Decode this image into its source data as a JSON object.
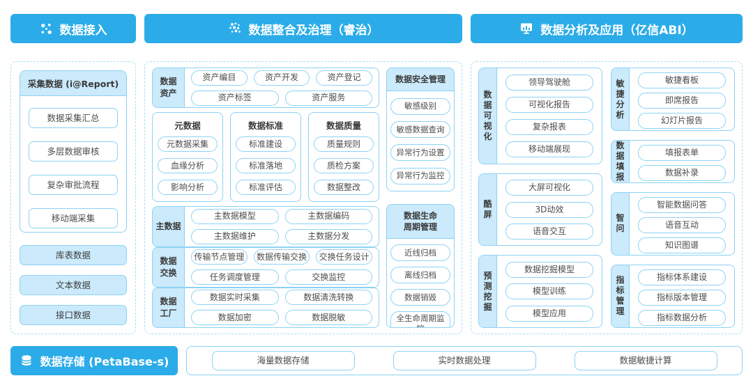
{
  "colors": {
    "accent_blue": "#2BACE8",
    "light_blue_fill": "#CBEAFB",
    "border_blue": "#8CD2F3",
    "dashed_border_blue": "#A6DDF6",
    "item_text_gray": "#4D4D4D",
    "label_text_dark": "#3A3A3A"
  },
  "headers": {
    "ingest": "数据接入",
    "governance": "数据整合及治理（睿治）",
    "analysis": "数据分析及应用（亿信ABI）"
  },
  "icons": {
    "ingest": "network-nodes-icon",
    "governance": "dot-cluster-icon",
    "analysis": "monitor-chart-icon",
    "storage": "database-icon"
  },
  "ingest": {
    "collect": {
      "title": "采集数据 (i@Report)",
      "items": [
        "数据采集汇总",
        "多层数据审核",
        "复杂审批流程",
        "移动端采集"
      ]
    },
    "sources": [
      "库表数据",
      "文本数据",
      "接口数据"
    ]
  },
  "governance": {
    "asset": {
      "label": "数据\n资产",
      "line1": [
        "资产编目",
        "资产开发",
        "资产登记"
      ],
      "line2": [
        "资产标签",
        "资产服务"
      ]
    },
    "columns": [
      {
        "title": "元数据",
        "items": [
          "元数据采集",
          "血缘分析",
          "影响分析"
        ]
      },
      {
        "title": "数据标准",
        "items": [
          "标准建设",
          "标准落地",
          "标准评估"
        ]
      },
      {
        "title": "数据质量",
        "items": [
          "质量规则",
          "质检方案",
          "数据整改"
        ]
      }
    ],
    "master": {
      "label": "主数据",
      "line1": [
        "主数据模型",
        "主数据编码"
      ],
      "line2": [
        "主数据维护",
        "主数据分发"
      ]
    },
    "exchange": {
      "label": "数据\n交换",
      "line1": [
        "传输节点管理",
        "数据传输交换",
        "交换任务设计"
      ],
      "line2": [
        "任务调度管理",
        "交换监控"
      ]
    },
    "factory": {
      "label": "数据\n工厂",
      "line1": [
        "数据实时采集",
        "数据清洗转换"
      ],
      "line2": [
        "数据加密",
        "数据脱敏"
      ]
    },
    "security": {
      "title": "数据安全管理",
      "items": [
        "敏感级别",
        "敏感数据查询",
        "异常行为设置",
        "异常行为监控"
      ]
    },
    "lifecycle": {
      "title": "数据生命\n周期管理",
      "items": [
        "近线归档",
        "离线归档",
        "数据销毁",
        "全生命周期监控"
      ]
    }
  },
  "analysis": {
    "left_cards": [
      {
        "label": "数据可视化",
        "items": [
          "领导驾驶舱",
          "可视化报告",
          "复杂报表",
          "移动端展现"
        ]
      },
      {
        "label": "酷屏",
        "items": [
          "大屏可视化",
          "3D动效",
          "语音交互"
        ]
      },
      {
        "label": "预测挖掘",
        "items": [
          "数据挖掘模型",
          "模型训练",
          "模型应用"
        ]
      }
    ],
    "right_cards": [
      {
        "label": "敏捷分析",
        "items": [
          "敏捷看板",
          "即席报告",
          "幻灯片报告"
        ]
      },
      {
        "label": "数据填报",
        "items": [
          "填报表单",
          "数据补录"
        ]
      },
      {
        "label": "智问",
        "items": [
          "智能数据问答",
          "语音互动",
          "知识图谱"
        ]
      },
      {
        "label": "指标管理",
        "items": [
          "指标体系建设",
          "指标版本管理",
          "指标数据分析"
        ]
      }
    ]
  },
  "storage": {
    "title": "数据存储 (PetaBase-s)",
    "items": [
      "海量数据存储",
      "实时数据处理",
      "数据敏捷计算"
    ]
  }
}
